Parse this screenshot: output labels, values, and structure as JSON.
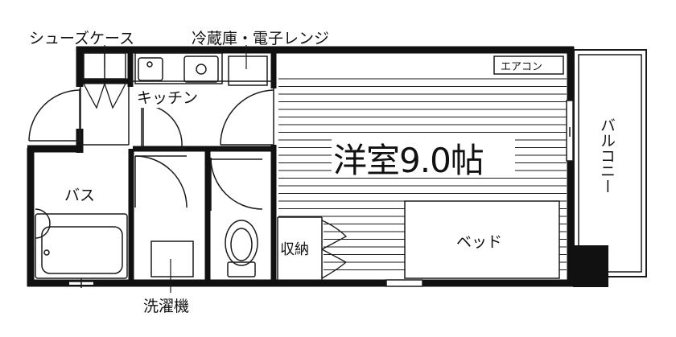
{
  "labels": {
    "shoe_case": "シューズケース",
    "fridge_range": "冷蔵庫・電子レンジ",
    "kitchen": "キッチン",
    "aircon": "エアコン",
    "room_title": "洋室9.0帖",
    "balcony": "バルコニー",
    "bath": "バス",
    "storage": "収納",
    "bed": "ベッド",
    "washer": "洗濯機"
  },
  "colors": {
    "wall": "#111111",
    "line": "#1a1a1a",
    "background": "#ffffff"
  }
}
